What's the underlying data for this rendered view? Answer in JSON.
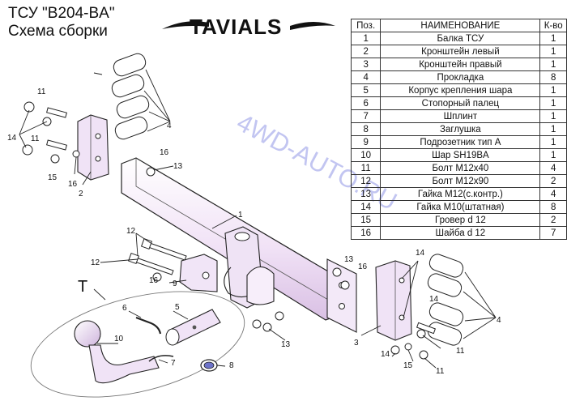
{
  "title": {
    "line1": "ТСУ  \"B204-BA\"",
    "line2": "Схема сборки"
  },
  "logo": {
    "text": "TAVIALS"
  },
  "watermark": "4WD-AUTO.RU",
  "callouts": {
    "p1": "1",
    "p2": "2",
    "p3": "3",
    "p4a": "4",
    "p4b": "4",
    "p5": "5",
    "p6": "6",
    "p7": "7",
    "p8": "8",
    "p9": "9",
    "p10": "10",
    "p11a": "11",
    "p11b": "11",
    "p11c": "11",
    "p11d": "11",
    "p12a": "12",
    "p12b": "12",
    "p13a": "13",
    "p13b": "13",
    "p13c": "13",
    "p14a": "14",
    "p14b": "14",
    "p14c": "14",
    "p14d": "14",
    "p15a": "15",
    "p15b": "15",
    "p16a": "16",
    "p16b": "16",
    "p16c": "16",
    "p16d": "16",
    "t": "T"
  },
  "table": {
    "headers": [
      "Поз.",
      "НАИМЕНОВАНИЕ",
      "К-во"
    ],
    "rows": [
      [
        "1",
        "Балка ТСУ",
        "1"
      ],
      [
        "2",
        "Кронштейн левый",
        "1"
      ],
      [
        "3",
        "Кронштейн правый",
        "1"
      ],
      [
        "4",
        "Прокладка",
        "8"
      ],
      [
        "5",
        "Корпус крепления шара",
        "1"
      ],
      [
        "6",
        "Стопорный палец",
        "1"
      ],
      [
        "7",
        "Шплинт",
        "1"
      ],
      [
        "8",
        "Заглушка",
        "1"
      ],
      [
        "9",
        "Подрозетник тип А",
        "1"
      ],
      [
        "10",
        "Шар SH19BA",
        "1"
      ],
      [
        "11",
        "Болт М12х40",
        "4"
      ],
      [
        "12",
        "Болт М12х90",
        "2"
      ],
      [
        "13",
        "Гайка М12(с.контр.)",
        "4"
      ],
      [
        "14",
        "Гайка М10(штатная)",
        "8"
      ],
      [
        "15",
        "Гровер d 12",
        "2"
      ],
      [
        "16",
        "Шайба d 12",
        "7"
      ]
    ]
  }
}
